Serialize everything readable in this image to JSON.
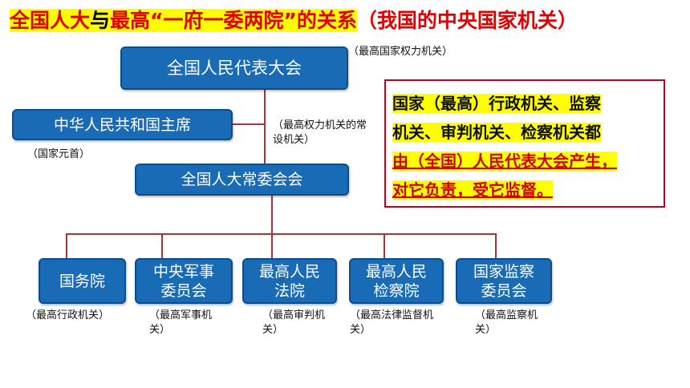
{
  "title": {
    "part1": "全国人大",
    "part2": "与",
    "part3": "最高“一府一委两院”的",
    "part4": "关系",
    "part5": "（我国的中央国家机关）"
  },
  "nodes": {
    "npc": "全国人民代表大会",
    "president": "中华人民共和国主席",
    "standing": "全国人大常委会会",
    "state_council": "国务院",
    "military": "中央军事委员会",
    "court": "最高人民法院",
    "procuratorate": "最高人民检察院",
    "supervision": "国家监察委员会"
  },
  "notes": {
    "npc": "（最高国家权力机关）",
    "president": "（国家元首）",
    "standing": "（最高权力机关的常设机关）",
    "state_council": "（最高行政机关）",
    "military": "（最高军事机关）",
    "court": "（最高审判机关）",
    "procuratorate": "（最高法律监督机关）",
    "supervision": "（最高监察机关）"
  },
  "callout": {
    "line1": "国家（最高）行政机关、监察",
    "line2": "机关、审判机关、检察机关都",
    "line3": "由（全国）人民代表大会产生，",
    "line4": "对它负责，受它监督。"
  },
  "colors": {
    "box": "#1a6bb5",
    "line": "#b0303a",
    "highlight": "#ffff00",
    "red": "#e00000"
  }
}
